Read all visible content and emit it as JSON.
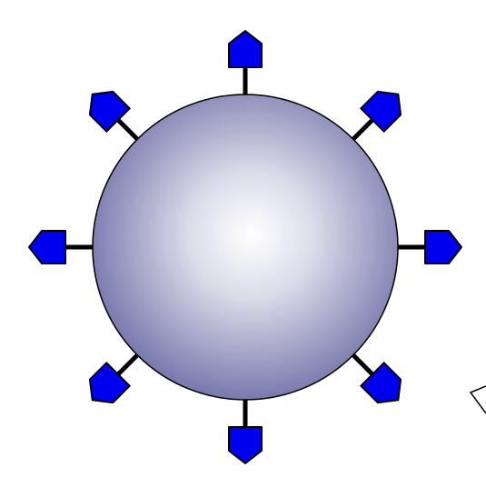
{
  "diagram": {
    "core": {
      "shape": "sphere",
      "gradient_center": "#ffffff",
      "gradient_edge": "#6d6ea6"
    },
    "ligand_count": 8,
    "ligand_shape": "pentagon-tag",
    "ligand_fill": "#0000ee",
    "ligand_stroke": "#000000",
    "linker_color": "#000000",
    "ligands": [
      {
        "name": "ligand-top",
        "angle_deg": -90
      },
      {
        "name": "ligand-top-right",
        "angle_deg": -45
      },
      {
        "name": "ligand-right",
        "angle_deg": 0
      },
      {
        "name": "ligand-bottom-right",
        "angle_deg": 45
      },
      {
        "name": "ligand-bottom",
        "angle_deg": 90
      },
      {
        "name": "ligand-bottom-left",
        "angle_deg": 135
      },
      {
        "name": "ligand-left",
        "angle_deg": 180
      },
      {
        "name": "ligand-top-left",
        "angle_deg": -135
      }
    ]
  }
}
